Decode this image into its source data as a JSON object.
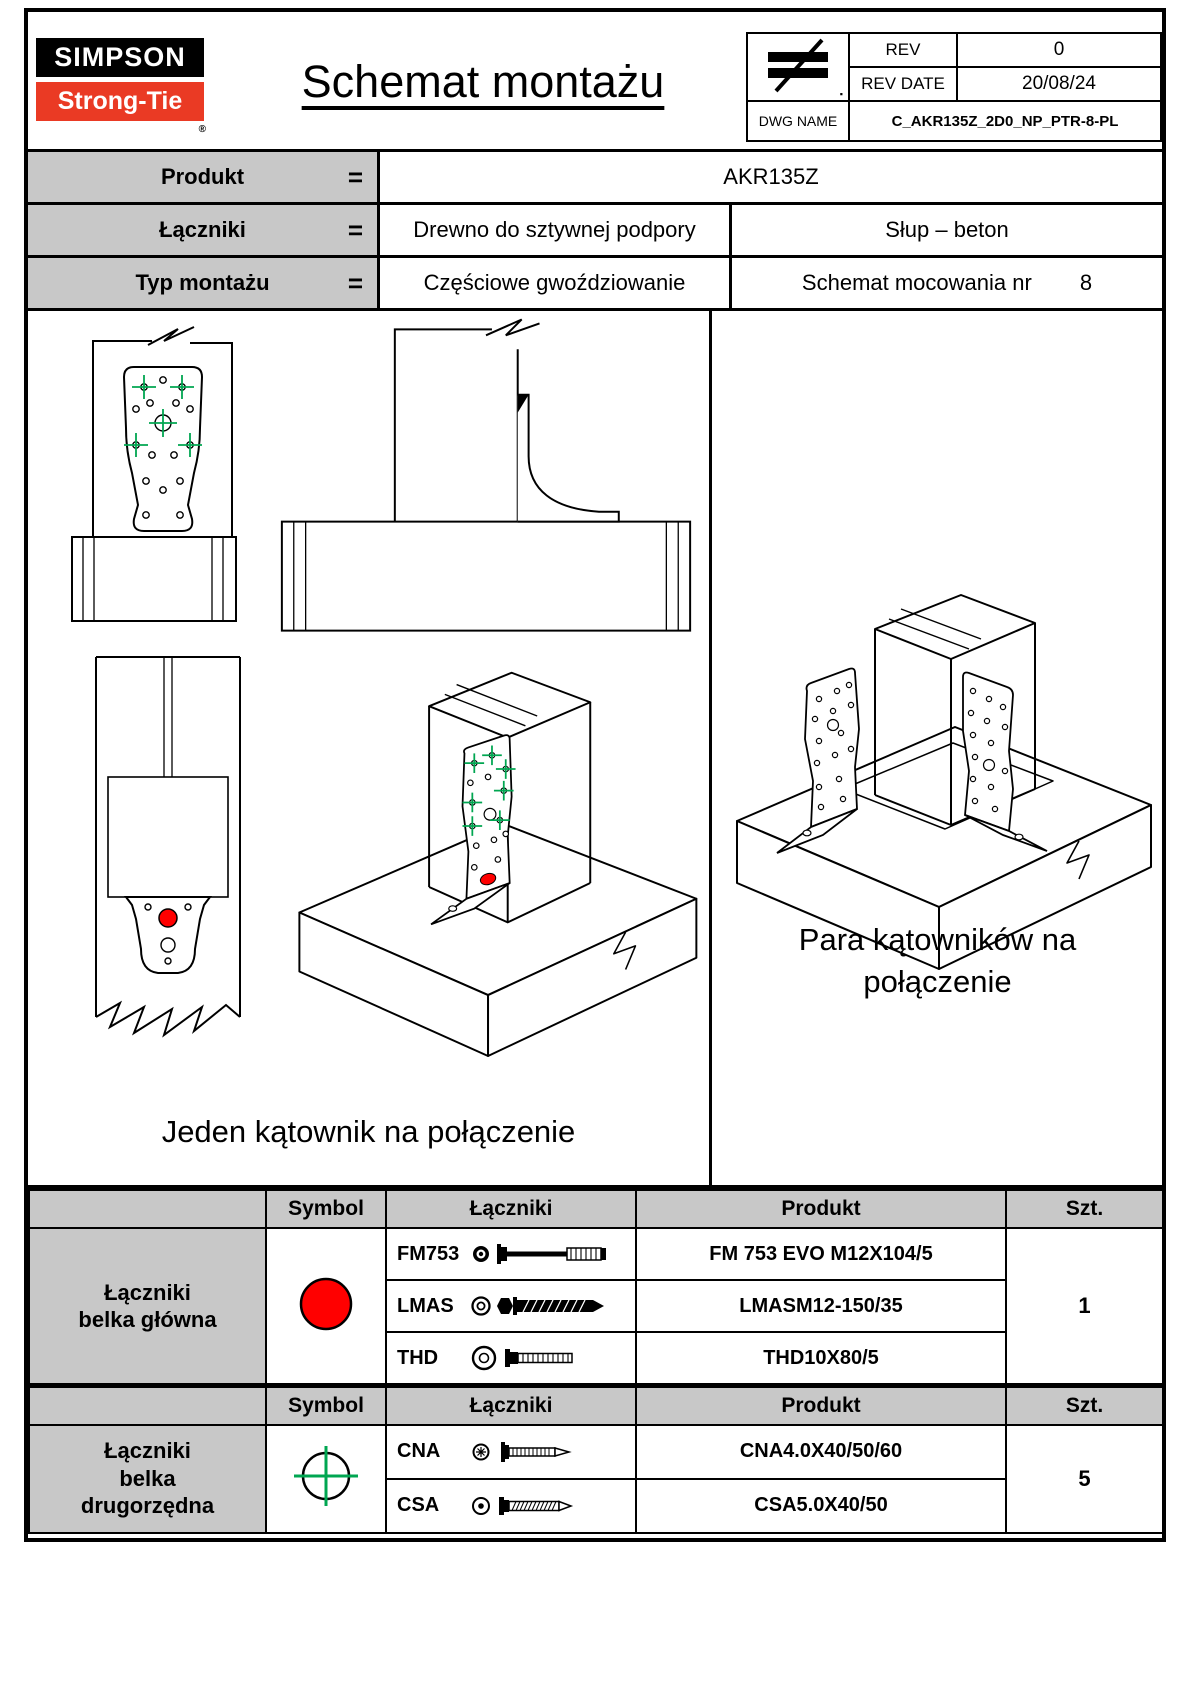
{
  "header": {
    "logo_line1": "SIMPSON",
    "logo_line2": "Strong-Tie",
    "logo_reg": "®",
    "title": "Schemat montażu",
    "rev": {
      "label": "REV",
      "value": "0"
    },
    "rev_date": {
      "label": "REV DATE",
      "value": "20/08/24"
    },
    "dwg": {
      "label": "DWG NAME",
      "value": "C_AKR135Z_2D0_NP_PTR-8-PL"
    }
  },
  "product_info": {
    "rows": [
      {
        "label": "Produkt",
        "eq": "=",
        "value": "AKR135Z"
      },
      {
        "label": "Łączniki",
        "eq": "=",
        "value_left": "Drewno do sztywnej podpory",
        "value_right": "Słup – beton"
      },
      {
        "label": "Typ montażu",
        "eq": "=",
        "value_left": "Częściowe gwoździowanie",
        "value_right_label": "Schemat mocowania nr",
        "value_right_num": "8"
      }
    ]
  },
  "drawings": {
    "caption_single": "Jeden kątownik na połączenie",
    "caption_pair": "Para kątowników na połączenie"
  },
  "fastener_table_main": {
    "group_label_line1": "Łączniki",
    "group_label_line2": "belka główna",
    "headers": {
      "symbol": "Symbol",
      "fasteners": "Łączniki",
      "product": "Produkt",
      "qty": "Szt."
    },
    "symbol_icon": "red-circle-symbol",
    "symbol_color": "#ff0000",
    "rows": [
      {
        "code": "FM753",
        "icon": "fm753-bolt-icon",
        "product": "FM 753 EVO M12X104/5"
      },
      {
        "code": "LMAS",
        "icon": "lmas-anchor-icon",
        "product": "LMASM12-150/35"
      },
      {
        "code": "THD",
        "icon": "thd-screw-anchor-icon",
        "product": "THD10X80/5"
      }
    ],
    "qty": "1"
  },
  "fastener_table_secondary": {
    "group_label_line1": "Łączniki",
    "group_label_line2": "belka",
    "group_label_line3": "drugorzędna",
    "headers": {
      "symbol": "Symbol",
      "fasteners": "Łączniki",
      "product": "Produkt",
      "qty": "Szt."
    },
    "symbol_icon": "green-crosshair-symbol",
    "symbol_color": "#00a651",
    "rows": [
      {
        "code": "CNA",
        "icon": "cna-nail-icon",
        "product": "CNA4.0X40/50/60"
      },
      {
        "code": "CSA",
        "icon": "csa-screw-icon",
        "product": "CSA5.0X40/50"
      }
    ],
    "qty": "5"
  },
  "colors": {
    "header_gray": "#c8c8c8",
    "accent_red": "#ff0000",
    "accent_green": "#00a651",
    "logo_red": "#ea3a24"
  }
}
